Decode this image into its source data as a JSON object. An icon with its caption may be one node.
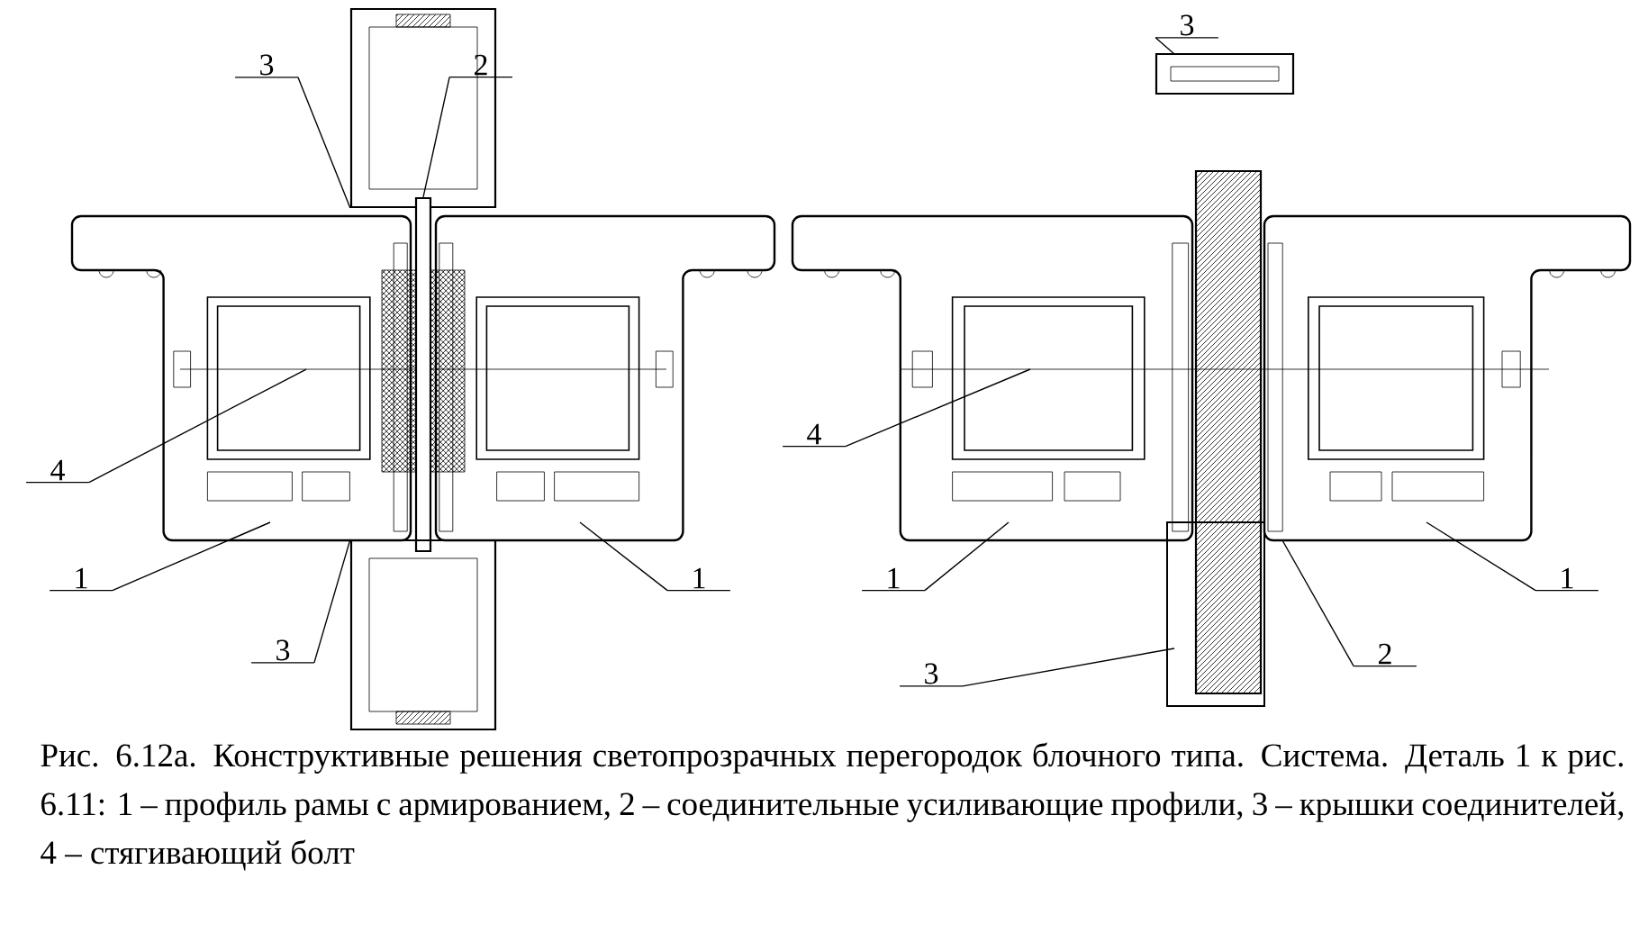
{
  "diagram": {
    "caption": "Рис. 6.12а. Конструктивные решения светопрозрачных перегородок блочного типа. Система. Деталь 1 к рис. 6.11: 1 – профиль рамы с армированием, 2 – соединительные усиливающие профили, 3 – крышки соединителей, 4 – стягивающий болт",
    "nodes": [
      {
        "text": [
          "3"
        ]
      },
      {
        "text": [
          "2"
        ]
      },
      {
        "text": [
          "4"
        ]
      },
      {
        "text": [
          "1"
        ]
      },
      {
        "text": [
          "3"
        ]
      },
      {
        "text": [
          "1"
        ]
      },
      {
        "text": [
          "3"
        ]
      },
      {
        "text": [
          "4"
        ]
      },
      {
        "text": [
          "1"
        ]
      },
      {
        "text": [
          "3"
        ]
      },
      {
        "text": [
          "2"
        ]
      },
      {
        "text": [
          "1"
        ]
      },
      {
        "text": [],
        "shape": "box"
      },
      {
        "text": [],
        "shape": "bar"
      },
      {
        "text": [],
        "shape": "box"
      }
    ],
    "edges": [
      {
        "from": 0,
        "to": 12,
        "arrow": "none"
      },
      {
        "from": 1,
        "to": 13,
        "arrow": "none"
      },
      {
        "from": 2,
        "to": null,
        "arrow": "none"
      },
      {
        "from": 3,
        "to": null,
        "arrow": "none"
      },
      {
        "from": 4,
        "to": 14,
        "arrow": "none"
      },
      {
        "from": 5,
        "to": null,
        "arrow": "none"
      },
      {
        "from": 6,
        "to": null,
        "arrow": "none"
      },
      {
        "from": 7,
        "to": null,
        "arrow": "none"
      },
      {
        "from": 8,
        "to": null,
        "arrow": "none"
      },
      {
        "from": 9,
        "to": null,
        "arrow": "none"
      },
      {
        "from": 10,
        "to": null,
        "arrow": "none"
      },
      {
        "from": 11,
        "to": null,
        "arrow": "none"
      }
    ]
  }
}
